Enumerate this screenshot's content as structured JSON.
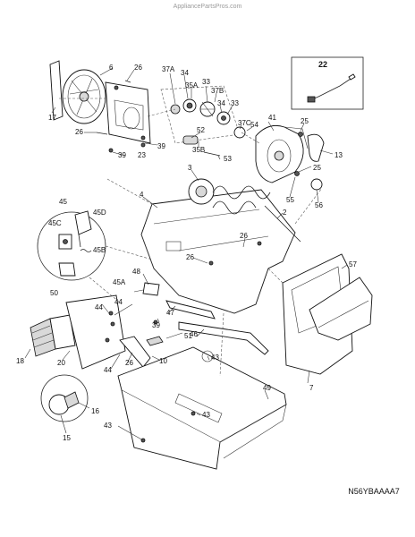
{
  "watermark": "AppliancePartsPros.com",
  "diagram_code": "N56YBAAAA7",
  "inset_label": "22",
  "labels": {
    "p6": "6",
    "p26a": "26",
    "p17": "17",
    "p37a": "37A",
    "p34a": "34",
    "p35a": "35A",
    "p33a": "33",
    "p37b": "37B",
    "p34b": "34",
    "p33b": "33",
    "p37c": "37C",
    "p54": "54",
    "p41": "41",
    "p25a": "25",
    "p26b": "26",
    "p39a": "39",
    "p23": "23",
    "p39b": "39",
    "p52": "52",
    "p35b": "35B",
    "p53": "53",
    "p13": "13",
    "p3": "3",
    "p25b": "25",
    "p55": "55",
    "p56": "56",
    "p4": "4",
    "p2": "2",
    "p45": "45",
    "p45d": "45D",
    "p45c": "45C",
    "p45b": "45B",
    "p26c": "26",
    "p26d": "26",
    "p57": "57",
    "p48": "48",
    "p50": "50",
    "p45a": "45A",
    "p47": "47",
    "p44a": "44",
    "p44b": "44",
    "p39c": "39",
    "p51": "51",
    "p46": "46",
    "p18": "18",
    "p20": "20",
    "p26e": "26",
    "p10": "10",
    "p43a": "43",
    "p44c": "44",
    "p49": "49",
    "p7": "7",
    "p16": "16",
    "p15": "15",
    "p43b": "43",
    "p43c": "43"
  }
}
